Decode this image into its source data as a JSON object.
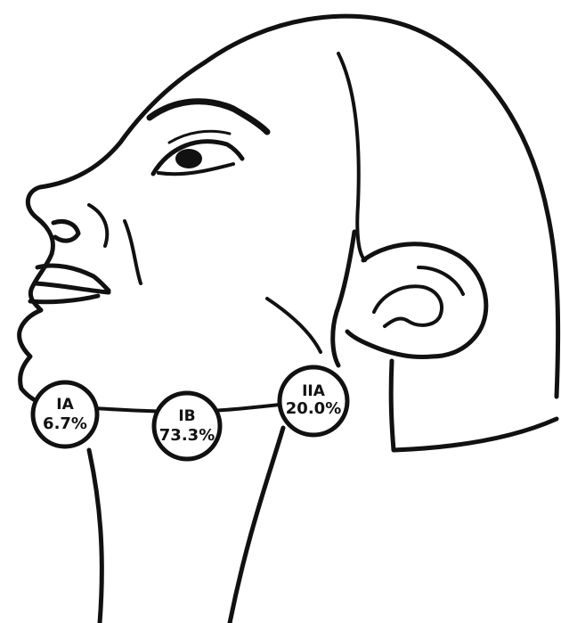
{
  "nodes": [
    {
      "level": "IA",
      "percent": "6.7%"
    },
    {
      "level": "IB",
      "percent": "73.3%"
    },
    {
      "level": "IIA",
      "percent": "20.0%"
    }
  ],
  "colors": {
    "line": "#111111",
    "background": "#ffffff"
  }
}
